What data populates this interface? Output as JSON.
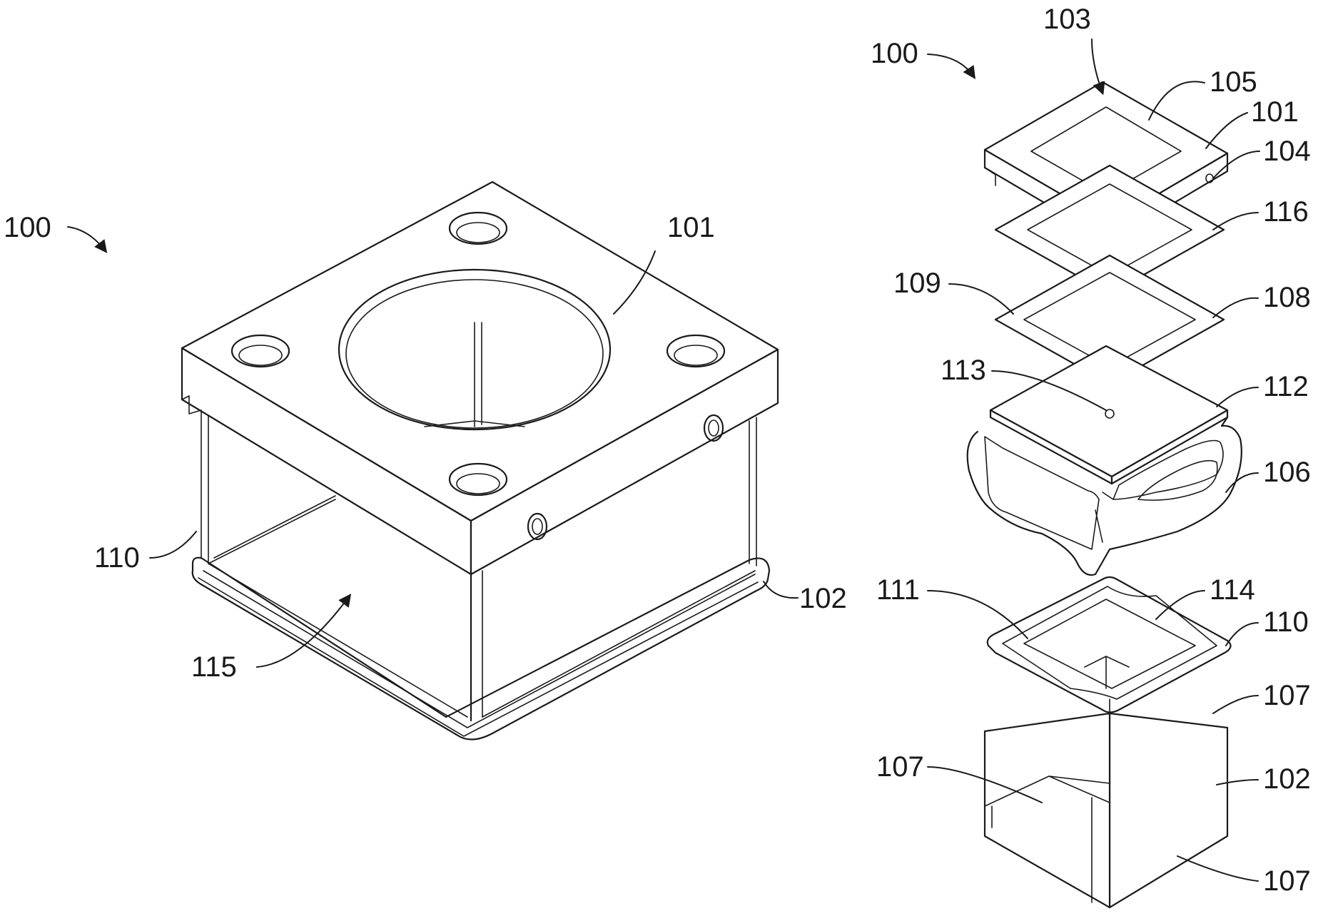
{
  "figure": {
    "left_view": {
      "labels": {
        "device": "100",
        "top_plate": "101",
        "housing": "102",
        "gasket": "110",
        "cavity": "115"
      }
    },
    "exploded_view": {
      "labels": {
        "device": "100",
        "top_opening": "103",
        "frame_edge": "105",
        "top_plate": "101",
        "port_hole": "104",
        "upper_gasket": "116",
        "inner_frame": "109",
        "outer_frame": "108",
        "center_hole": "113",
        "plate": "112",
        "film_bag": "106",
        "inner_seal": "111",
        "seal_flange": "114",
        "lower_gasket": "110",
        "wall_inner_right": "107",
        "wall_inner_left": "107",
        "housing": "102",
        "wall_outer": "107"
      }
    }
  }
}
